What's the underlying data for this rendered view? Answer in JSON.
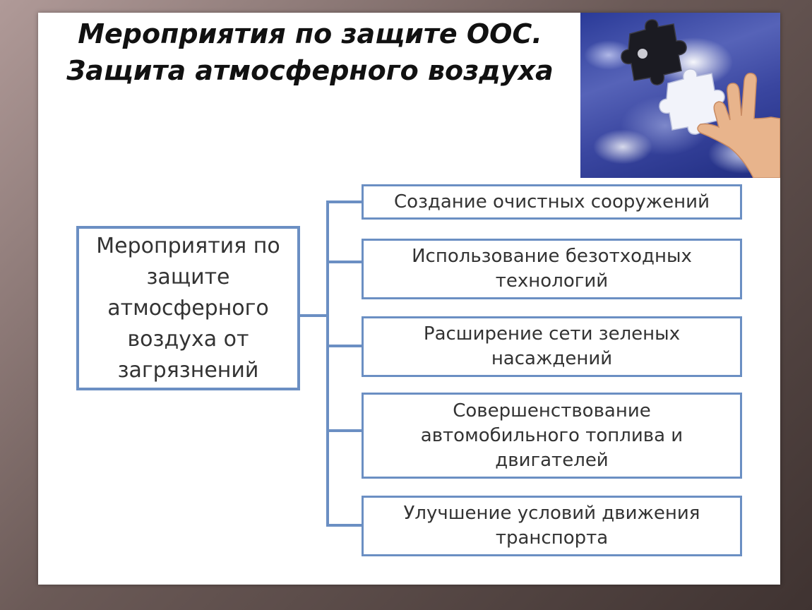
{
  "slide": {
    "title_line1": "Мероприятия по защите ООС.",
    "title_line2": "Защита атмосферного воздуха"
  },
  "photo": {
    "icons": [
      "puzzle-piece-black-icon",
      "puzzle-piece-white-icon",
      "hand-icon"
    ]
  },
  "diagram": {
    "root": "Мероприятия по защите атмосферного воздуха от загрязнений",
    "items": [
      "Создание очистных сооружений",
      "Использование безотходных технологий",
      "Расширение сети зеленых насаждений",
      "Совершенствование автомобильного топлива и двигателей",
      "Улучшение условий движения транспорта"
    ]
  },
  "colors": {
    "box_border": "#6b8fc3",
    "text": "#333333",
    "title": "#111111",
    "frame_dark": "#3f3331"
  }
}
